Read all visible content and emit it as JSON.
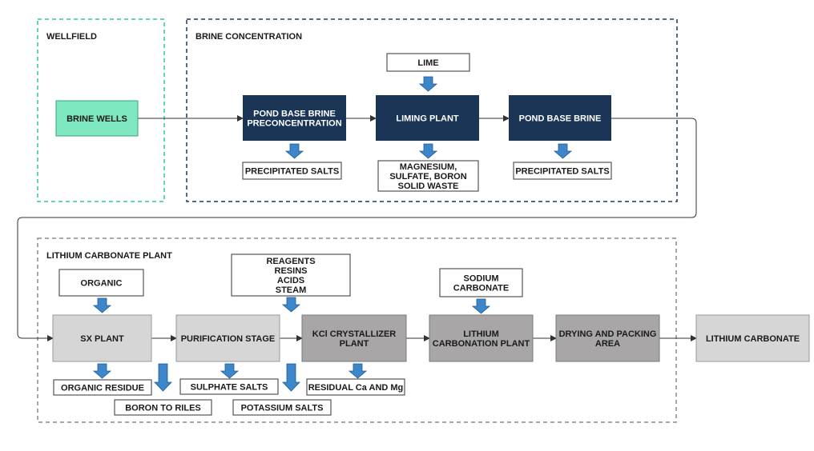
{
  "zones": {
    "wellfield": "WELLFIELD",
    "brine_concentration": "BRINE CONCENTRATION",
    "lithium_carbonate_plant": "LITHIUM CARBONATE PLANT"
  },
  "process": {
    "brine_wells": [
      "BRINE WELLS"
    ],
    "pond_preconcentration": [
      "POND BASE BRINE",
      "PRECONCENTRATION"
    ],
    "liming_plant": [
      "LIMING PLANT"
    ],
    "pond_base_brine": [
      "POND BASE BRINE"
    ],
    "sx_plant": [
      "SX PLANT"
    ],
    "purification_stage": [
      "PURIFICATION STAGE"
    ],
    "kcl_crystallizer": [
      "KCl CRYSTALLIZER",
      "PLANT"
    ],
    "lithium_carbonation": [
      "LITHIUM",
      "CARBONATION PLANT"
    ],
    "drying_packing": [
      "DRYING AND PACKING",
      "AREA"
    ],
    "lithium_carbonate": [
      "LITHIUM CARBONATE"
    ]
  },
  "inputs": {
    "lime": [
      "LIME"
    ],
    "organic": [
      "ORGANIC"
    ],
    "reagents": [
      "REAGENTS",
      "RESINS",
      "ACIDS",
      "STEAM"
    ],
    "sodium_carbonate": [
      "SODIUM",
      "CARBONATE"
    ]
  },
  "outputs": {
    "precipitated_salts_1": [
      "PRECIPITATED SALTS"
    ],
    "solid_waste": [
      "MAGNESIUM,",
      "SULFATE, BORON",
      "SOLID WASTE"
    ],
    "precipitated_salts_2": [
      "PRECIPITATED SALTS"
    ],
    "organic_residue": [
      "ORGANIC RESIDUE"
    ],
    "boron_to_riles": [
      "BORON TO RILES"
    ],
    "sulphate_salts": [
      "SULPHATE SALTS"
    ],
    "potassium_salts": [
      "POTASSIUM SALTS"
    ],
    "residual_ca_mg": [
      "RESIDUAL Ca AND Mg"
    ]
  },
  "colors": {
    "wellfield_border": "#2ec99a",
    "brine_border": "#1f3a5a",
    "plant_border": "#8a8a8a",
    "brine_wells_fill": "#7ee8c0",
    "navy_fill": "#1b3556",
    "light_gray_fill": "#d6d6d6",
    "mid_gray_fill": "#a8a6a6",
    "arrow_blue": "#3d86c9",
    "line": "#333333"
  }
}
